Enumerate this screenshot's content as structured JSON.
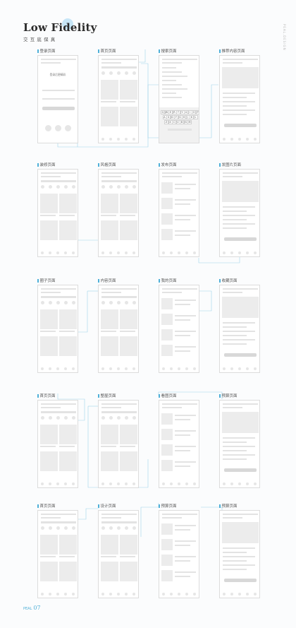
{
  "header": {
    "title": "Low Fidelity",
    "subtitle": "交互底保真",
    "vertical_text": "PEAL.DESIGN"
  },
  "footer": {
    "prefix": "PEAL",
    "page": "07"
  },
  "rows": [
    [
      "登录页面",
      "首页页面",
      "搜索页面",
      "推荐内容页面"
    ],
    [
      "装修页面",
      "风格页面",
      "发布页面",
      "发图片页面"
    ],
    [
      "圈子页面",
      "内容页面",
      "我的页面",
      "收藏页面"
    ],
    [
      "首页页面",
      "整屋页面",
      "看图页面",
      "预算页面"
    ],
    [
      "首页页面",
      "设计页面",
      "预算页面",
      "预算页面"
    ]
  ],
  "screens": {
    "login": {
      "heading": "登录后更精彩"
    },
    "keyboard": {
      "row1": [
        "Q",
        "W",
        "E",
        "R",
        "T",
        "Y",
        "U",
        "I",
        "O",
        "P"
      ],
      "row2": [
        "A",
        "S",
        "D",
        "F",
        "G",
        "H",
        "J",
        "K",
        "L"
      ],
      "row3": [
        "Z",
        "X",
        "C",
        "V",
        "B",
        "N",
        "M"
      ]
    }
  },
  "colors": {
    "accent": "#4fb0d8",
    "line": "#9ed3ea",
    "wire": "#ececec"
  }
}
